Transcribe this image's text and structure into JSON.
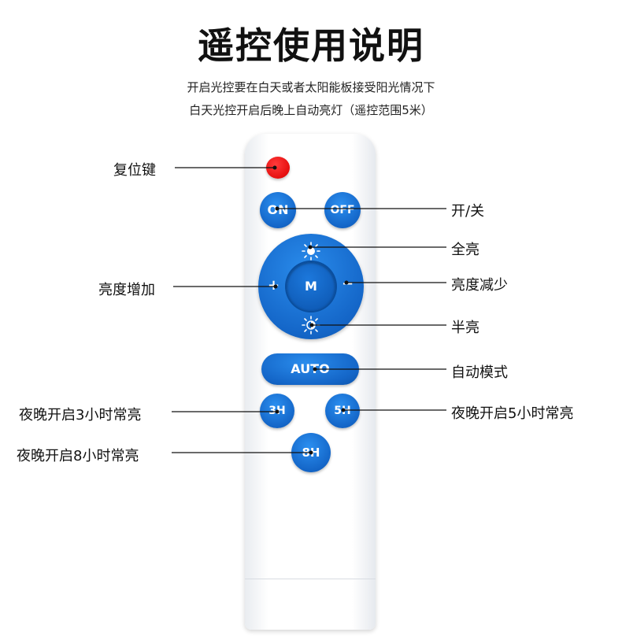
{
  "header": {
    "title": "遥控使用说明",
    "line1": "开启光控要在白天或者太阳能板接受阳光情况下",
    "line2": "白天光控开启后晚上自动亮灯（遥控范围5米）"
  },
  "remote": {
    "on_label": "ON",
    "off_label": "OFF",
    "mode_label": "M",
    "plus_label": "+",
    "minus_label": "−",
    "auto_label": "AUTO",
    "h3_label": "3H",
    "h5_label": "5H",
    "h8_label": "8H"
  },
  "labels": {
    "reset": "复位键",
    "on_off": "开/关",
    "full_bright": "全亮",
    "brightness_up": "亮度增加",
    "brightness_down": "亮度减少",
    "half_bright": "半亮",
    "auto_mode": "自动模式",
    "night_3h": "夜晚开启3小时常亮",
    "night_5h": "夜晚开启5小时常亮",
    "night_8h": "夜晚开启8小时常亮"
  },
  "colors": {
    "button_blue": "#1466c8",
    "reset_red": "#e60f0f",
    "remote_body": "#ffffff"
  }
}
